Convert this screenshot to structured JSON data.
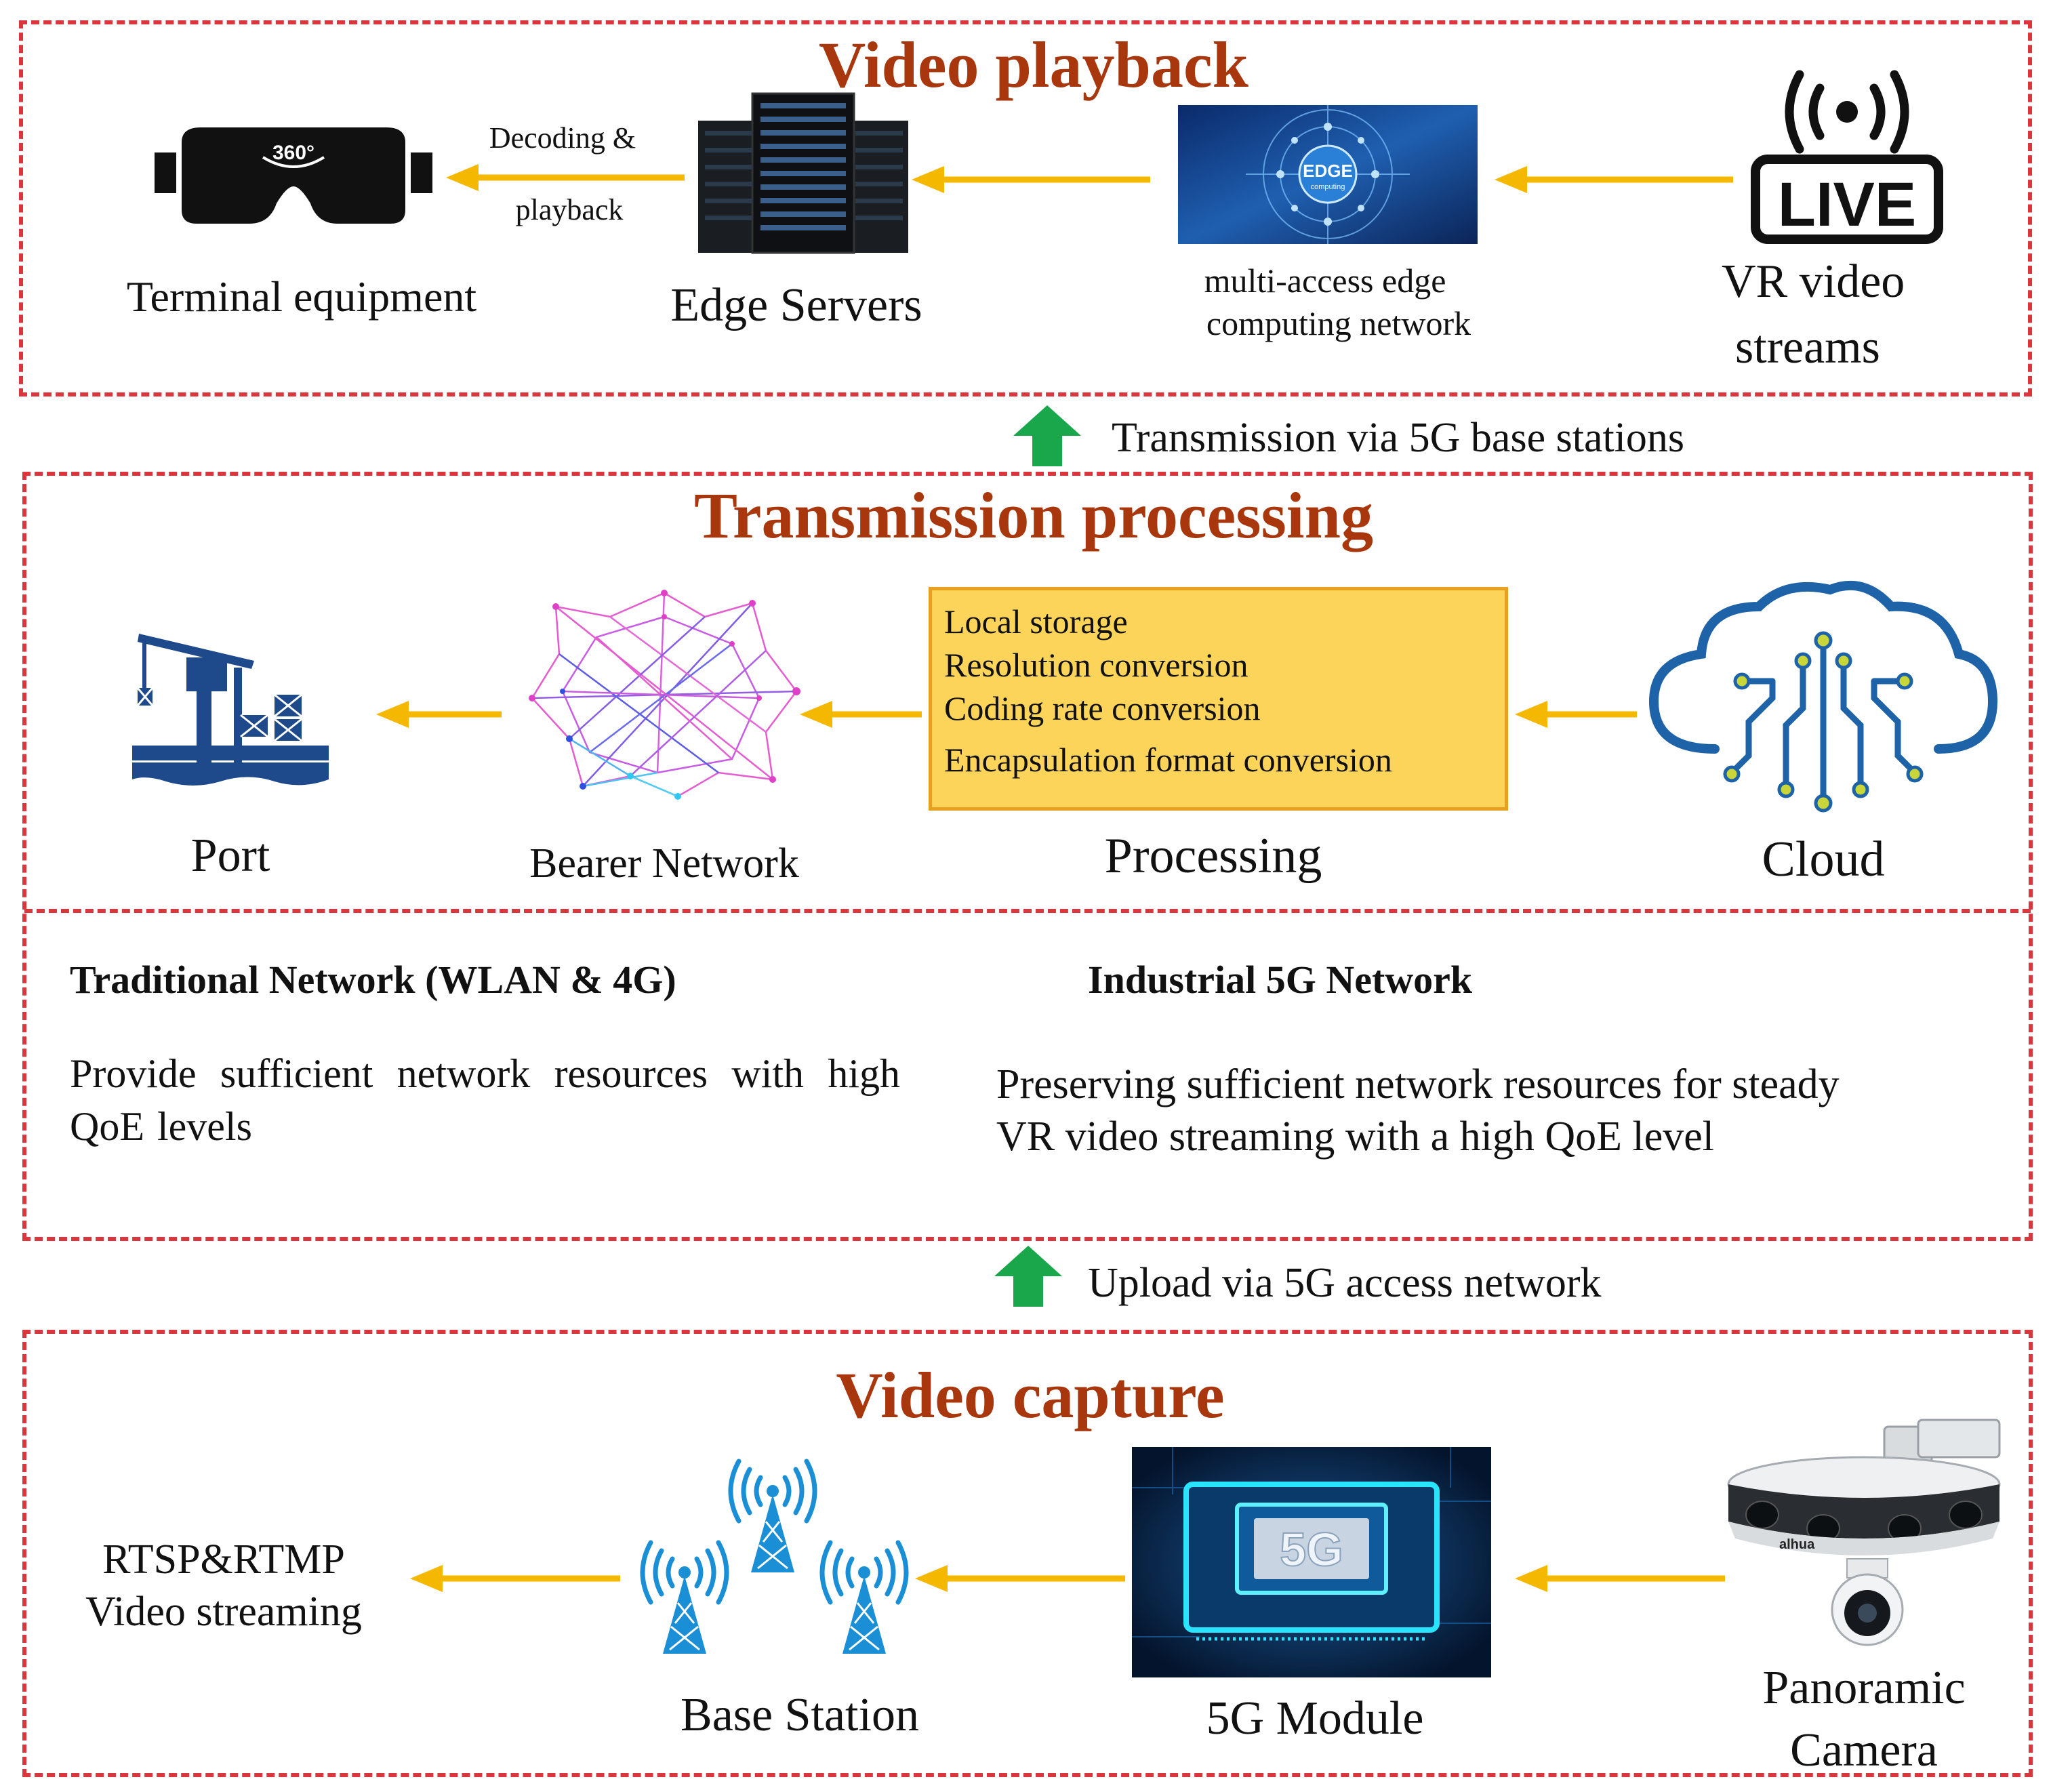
{
  "colors": {
    "panel_border": "#d9363e",
    "title": "#a8370e",
    "arrow_flow": "#f5b800",
    "arrow_up": "#1aa64a",
    "process_fill": "#fdd45a"
  },
  "playback": {
    "title": "Video playback",
    "terminal": {
      "icon": "vr-headset-icon",
      "badge": "360°",
      "label": "Terminal equipment"
    },
    "decoding": {
      "line1": "Decoding &",
      "line2": "playback"
    },
    "servers": {
      "icon": "server-rack-icon",
      "label": "Edge Servers"
    },
    "mec": {
      "icon": "edge-computing-icon",
      "badge": "EDGE",
      "badge_sub": "computing",
      "line1": "multi-access edge",
      "line2": "computing network"
    },
    "live": {
      "icon": "live-broadcast-icon",
      "badge": "LIVE",
      "line1": "VR video",
      "line2": "streams"
    }
  },
  "transmission_link": "Transmission via 5G base stations",
  "transmission": {
    "title": "Transmission processing",
    "port": {
      "icon": "port-crane-icon",
      "label": "Port"
    },
    "bearer": {
      "icon": "mesh-network-icon",
      "label": "Bearer Network"
    },
    "processing": {
      "label": "Processing",
      "items": [
        "Local storage",
        "Resolution conversion",
        "Coding rate conversion",
        "Encapsulation format conversion"
      ]
    },
    "cloud": {
      "icon": "cloud-circuit-icon",
      "label": "Cloud"
    },
    "traditional": {
      "heading": "Traditional Network (WLAN & 4G)",
      "text": "Provide sufficient network resources with high QoE levels"
    },
    "industrial": {
      "heading": "Industrial 5G Network",
      "line1": "Preserving sufficient network resources for steady",
      "line2": "VR video streaming with a high QoE level"
    }
  },
  "upload_link": "Upload via 5G access network",
  "capture": {
    "title": "Video capture",
    "streaming": {
      "line1": "RTSP&RTMP",
      "line2": "Video streaming"
    },
    "base_station": {
      "icon": "antenna-tower-icon",
      "label": "Base Station"
    },
    "module": {
      "icon": "chip-5g-icon",
      "badge": "5G",
      "label": "5G Module"
    },
    "camera": {
      "icon": "panoramic-camera-icon",
      "brand": "alhua",
      "line1": "Panoramic",
      "line2": "Camera"
    }
  }
}
